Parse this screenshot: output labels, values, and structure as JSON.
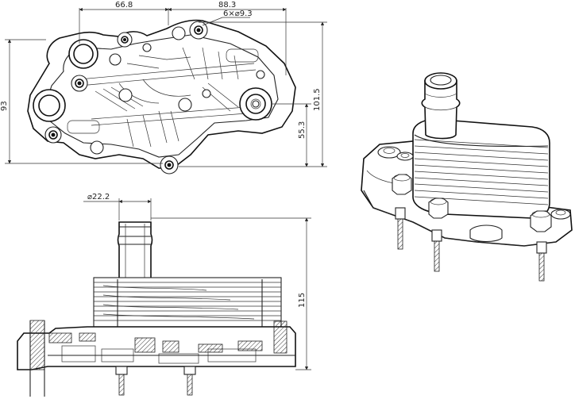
{
  "dimensions": {
    "top_left_width": "66.8",
    "top_right_width": "88.3",
    "bolt_holes": "6×⌀9.3",
    "overall_height_left": "93",
    "overall_height_right": "101.5",
    "port_height": "55.3",
    "pipe_diameter": "⌀22.2",
    "total_height": "115"
  }
}
